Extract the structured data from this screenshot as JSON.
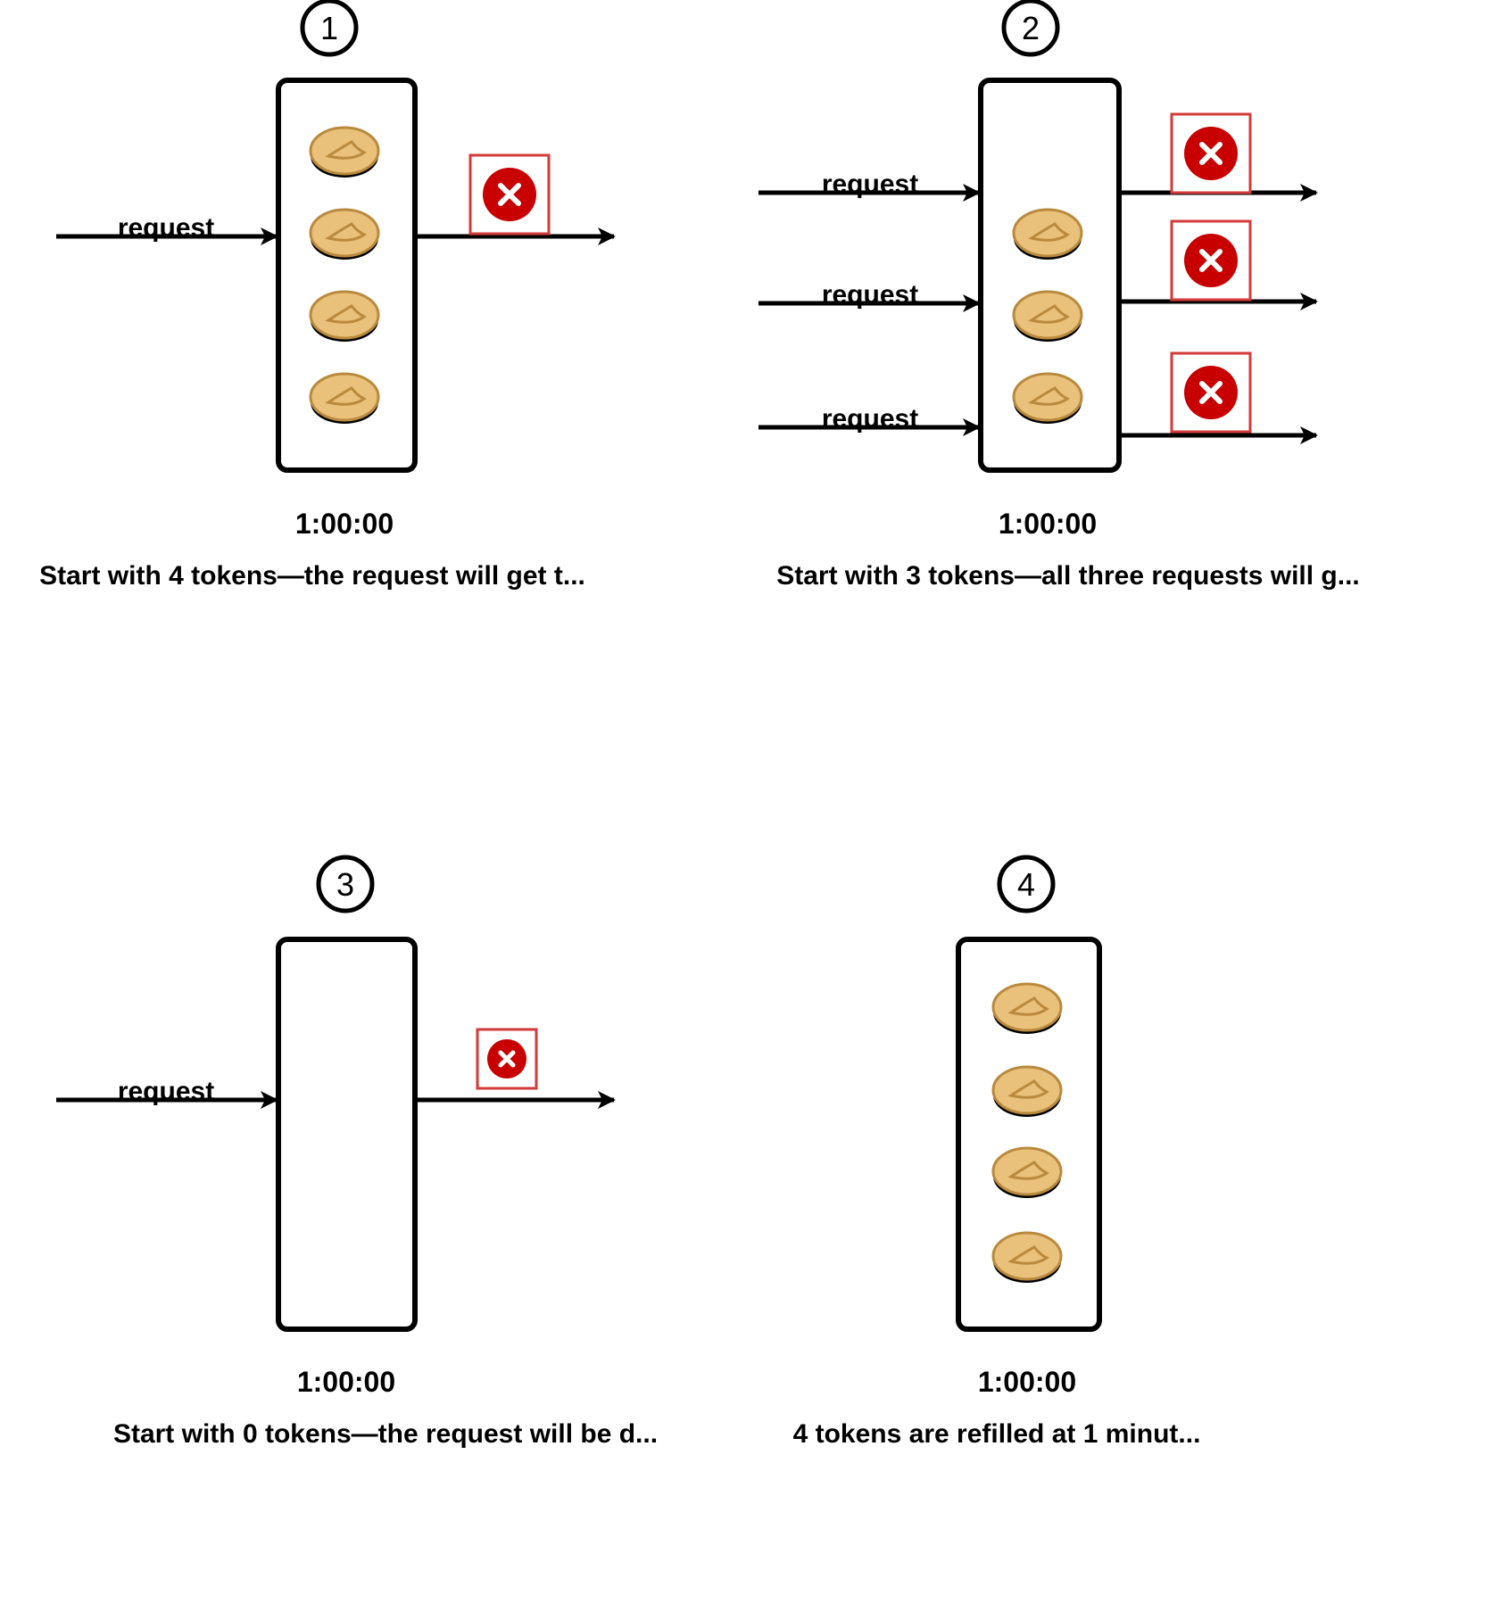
{
  "colors": {
    "stroke": "#000000",
    "reject_border": "#d33a3a",
    "reject_fill": "#c80000",
    "token_fill": "#e9c17a",
    "token_edge": "#b98a3e"
  },
  "icons": {
    "token": "token-icon",
    "rejected": "rejected-icon"
  },
  "panels": [
    {
      "number": "1",
      "time": "1:00:00",
      "caption": "Start with 4 tokens—the request will get t...",
      "tokens": 4,
      "inputs": [
        {
          "label": "request",
          "rejected": true
        }
      ]
    },
    {
      "number": "2",
      "time": "1:00:00",
      "caption": "Start with 3 tokens—all three requests will g...",
      "tokens": 3,
      "inputs": [
        {
          "label": "request",
          "rejected": true
        },
        {
          "label": "request",
          "rejected": true
        },
        {
          "label": "request",
          "rejected": true
        }
      ]
    },
    {
      "number": "3",
      "time": "1:00:00",
      "caption": "Start with 0 tokens—the request will be d...",
      "tokens": 0,
      "inputs": [
        {
          "label": "request",
          "rejected": true
        }
      ]
    },
    {
      "number": "4",
      "time": "1:00:00",
      "caption": "4 tokens are refilled at 1 minut...",
      "tokens": 4,
      "inputs": []
    }
  ]
}
